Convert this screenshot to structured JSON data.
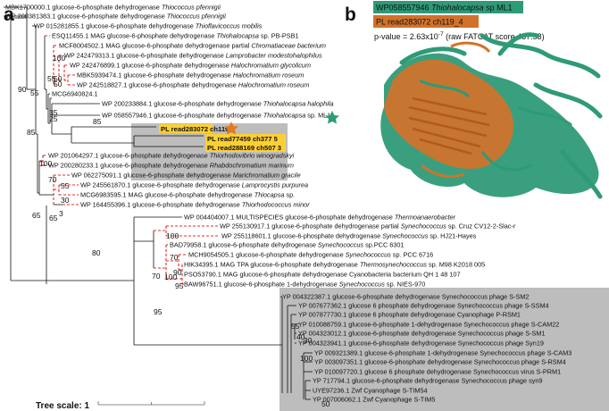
{
  "panel_a_label": "a",
  "panel_b_label": "b",
  "leaves": [
    {
      "acc": "MBK1700000.1",
      "desc": "glucose-6-phosphate dehydrogenase",
      "sp": "Thiococcus pfennigii"
    },
    {
      "acc": "WP 200381383.1",
      "desc": "glucose-6-phosphate dehydrogenase",
      "sp": "Thiococcus pfennigii"
    },
    {
      "acc": "WP 015281855.1",
      "desc": "glucose-6-phosphate dehydrogenase",
      "sp": "Thioflavicoccus mobilis"
    },
    {
      "acc": "ESQ11455.1",
      "desc": "MAG glucose-6-phosphate dehydrogenase",
      "sp": "Thiohalocapsa",
      "post": " sp. PB-PSB1"
    },
    {
      "acc": "MCF8004502.1",
      "desc": "MAG glucose-6-phosphate dehydrogenase partial",
      "sp": "Chromatiaceae bacterium"
    },
    {
      "acc": "WP 242479313.1",
      "desc": "glucose-6-phosphate dehydrogenase",
      "sp": "Lamprobacter modestohalophilus"
    },
    {
      "acc": "WP 242476899.1",
      "desc": "glucose-6-phosphate dehydrogenase",
      "sp": "Halochromatium glycolicum"
    },
    {
      "acc": "MBK5939474.1",
      "desc": "glucose-6-phosphate dehydrogenase",
      "sp": "Halochromatium roseum"
    },
    {
      "acc": "WP 242518827.1",
      "desc": "glucose-6-phosphate dehydrogenase",
      "sp": "Halochromatium roseum"
    },
    {
      "acc": "MCG6940824.1",
      "desc": "",
      "sp": ""
    },
    {
      "acc": "WP 200233884.1",
      "desc": "glucose-6-phosphate dehydrogenase",
      "sp": "Thiohalocapsa halophila"
    },
    {
      "acc": "WP 058557946.1",
      "desc": "glucose-6-phosphate dehydrogenase",
      "sp": "Thiohalocapsa",
      "post": " sp. ML1"
    },
    {
      "acc": "WP 201064297.1",
      "desc": "glucose-6-phosphate dehydrogenase",
      "sp": "Thiorhodovibrio winogradskyi"
    },
    {
      "acc": "WP 200280233.1",
      "desc": "glucose-6-phosphate dehydrogenase",
      "sp": "Rhabdochromatium marinum"
    },
    {
      "acc": "WP 062275091.1",
      "desc": "glucose-6-phosphate dehydrogenase",
      "sp": "Marichromatium gracile"
    },
    {
      "acc": "WP 245561870.1",
      "desc": "glucose-6-phosphate dehydrogenase",
      "sp": "Lamprocystis purpurea"
    },
    {
      "acc": "MCG6983595.1",
      "desc": "MAG glucose-6-phosphate dehydrogenase",
      "sp": "Thiocapsa",
      "post": " sp."
    },
    {
      "acc": "WP 164455396.1",
      "desc": "glucose-6-phosphate dehydrogenase",
      "sp": "Thiorhodococcus minor"
    },
    {
      "acc": "WP 004404007.1",
      "desc": "MULTISPECIES glucose-6-phosphate dehydrogenase",
      "sp": "Thermoanaerobacter"
    },
    {
      "acc": "WP 255130917.1",
      "desc": "glucose-6-phosphate dehydrogenase partial",
      "sp": "Synechococcus",
      "post": " sp. Cruz CV12-2-Slac-r"
    },
    {
      "acc": "WP 255118601.1",
      "desc": "glucose-6-phosphate dehydrogenase",
      "sp": "Synechococcus",
      "post": " sp. HJ21-Hayes"
    },
    {
      "acc": "BAD79958.1",
      "desc": "glucose-6-phosphate dehydrogenase",
      "sp": "Synechococcus",
      "post": " sp.PCC 6301"
    },
    {
      "acc": "MCH9054505.1",
      "desc": "glucose-6-phosphate dehydrogenase",
      "sp": "Synechococcus",
      "post": " sp. PCC 6716"
    },
    {
      "acc": "HIK34395.1",
      "desc": "MAG TPA glucose-6-phosphate dehydrogenase",
      "sp": "Thermosynechococcus",
      "post": " sp. M98 K2018 005"
    },
    {
      "acc": "PSO53790.1",
      "desc": "MAG glucose-6-phosphate dehydrogenase",
      "sp": "",
      "post": "Cyanobacteria bacterium QH 1 48 107"
    },
    {
      "acc": "BAW96751.1",
      "desc": "glucose-6-phosphate 1-dehydrogenase",
      "sp": "Synechococcus",
      "post": " sp. NIES-970"
    },
    {
      "acc": "YP 004322387.1",
      "desc": "glucose-6-phosphate dehydrogenase Synechococcus phage S-SM2",
      "sp": ""
    },
    {
      "acc": "YP 007677362.1",
      "desc": "glucose 6 phosphate dehydrogenase Synechococcus phage S-SSM4",
      "sp": ""
    },
    {
      "acc": "YP 007877730.1",
      "desc": "glucose 6 phosphate dehydrogenase Cyanophage P-RSM1",
      "sp": ""
    },
    {
      "acc": "YP 010088759.1",
      "desc": "glucose-6-phosphate 1-dehydrogenase Synechococcus phage S-CAM22",
      "sp": ""
    },
    {
      "acc": "YP 004323012.1",
      "desc": "glucose-6-phosphate dehydrogenase Synechococcus phage S-SM1",
      "sp": ""
    },
    {
      "acc": "YP 004323941.1",
      "desc": "glucose-6-phosphate dehydrogenase Synechococcus phage Syn19",
      "sp": ""
    },
    {
      "acc": "YP 009321389.1",
      "desc": "glucose-6-phosphate 1-dehydrogenase Synechococcus phage S-CAM3",
      "sp": ""
    },
    {
      "acc": "YP 003097351.1",
      "desc": "glucose-6-phosphate dehydrogenase Synechococcus phage S-RSM4",
      "sp": ""
    },
    {
      "acc": "YP 010097720.1",
      "desc": "glucose 6 phosphate dehydrogenase Synechococcus virus S-PRM1",
      "sp": ""
    },
    {
      "acc": "YP 717794.1",
      "desc": "glucose-6-phosphate dehydrogenase Synechococcus phage syn9",
      "sp": ""
    },
    {
      "acc": "UYE97236.1",
      "desc": "Zwf Cyanophage S-TIM54",
      "sp": ""
    },
    {
      "acc": "YP 007006062.1",
      "desc": "Zwf Cyanophage S-TIM5",
      "sp": ""
    }
  ],
  "pl_reads": [
    "PL read283072 ch119 4",
    "PL read77459 ch377 5",
    "PL read288169 ch507 3"
  ],
  "bootstraps": [
    "90",
    "55",
    "100",
    "55",
    "50",
    "50",
    "35",
    "25",
    "85",
    "85",
    "100",
    "70",
    "30",
    "55",
    "65",
    "65",
    "3",
    "80",
    "100",
    "70",
    "90",
    "70",
    "100",
    "95",
    "95",
    "55",
    "40",
    "30",
    "100",
    "50"
  ],
  "legend": {
    "green_acc": "WP058557946",
    "green_sp": "Thiohalocapsa",
    "green_post": " sp ML1",
    "orange_label": "PL read283072 ch119_4",
    "pvalue": "p-value = 2.63x10",
    "pvalue_exp": "-7",
    "pvalue_tail": " (raw FATCAT score 437.53)"
  },
  "tree_scale_label": "Tree scale: 1",
  "colors": {
    "green": "#2e9a78",
    "orange": "#d2722a",
    "highlight": "#fcd034",
    "grey_box": "#bdbdbd",
    "red_dash": "#e0302a",
    "star_orange": "#e07b24",
    "star_green": "#2a9d79"
  }
}
